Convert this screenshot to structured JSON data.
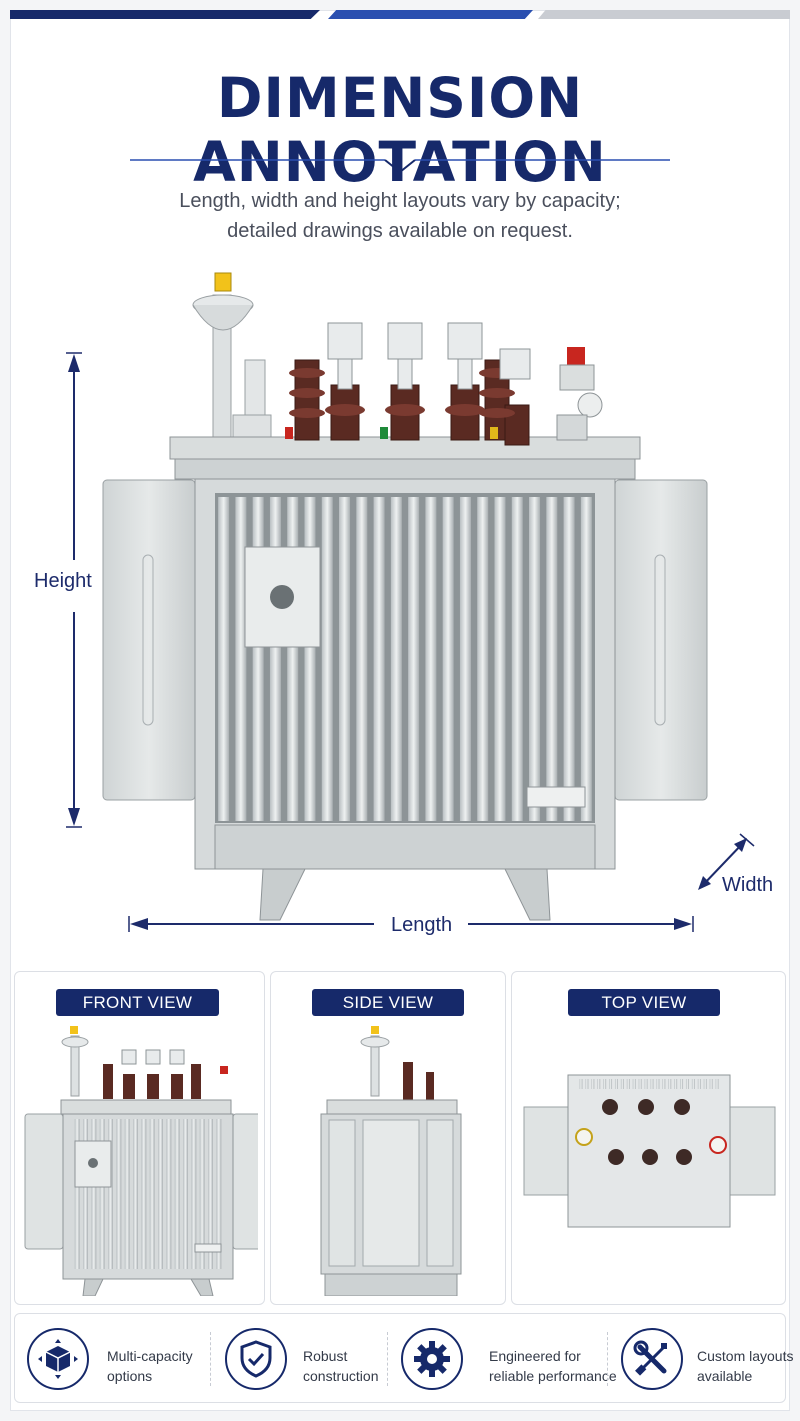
{
  "header": {
    "title": "DIMENSION ANNOTATION",
    "subtitle_line1": "Length, width and height layouts vary by capacity;",
    "subtitle_line2": "detailed drawings available on request."
  },
  "dimensions": {
    "height_label": "Height",
    "width_label": "Width",
    "length_label": "Length"
  },
  "views": [
    {
      "label": "FRONT VIEW"
    },
    {
      "label": "SIDE VIEW"
    },
    {
      "label": "TOP VIEW"
    }
  ],
  "features": [
    {
      "line1": "Multi-capacity",
      "line2": "options",
      "icon": "cube-icon"
    },
    {
      "line1": "Robust",
      "line2": "construction",
      "icon": "shield-check-icon"
    },
    {
      "line1": "Engineered for",
      "line2": "reliable performance",
      "icon": "gear-icon"
    },
    {
      "line1": "Custom layouts",
      "line2": "available",
      "icon": "wrench-screwdriver-icon"
    }
  ],
  "colors": {
    "navy": "#16296a",
    "blue": "#2a4fb0",
    "gray": "#c9ccd2",
    "transformer_body": "#dfe3e3"
  }
}
